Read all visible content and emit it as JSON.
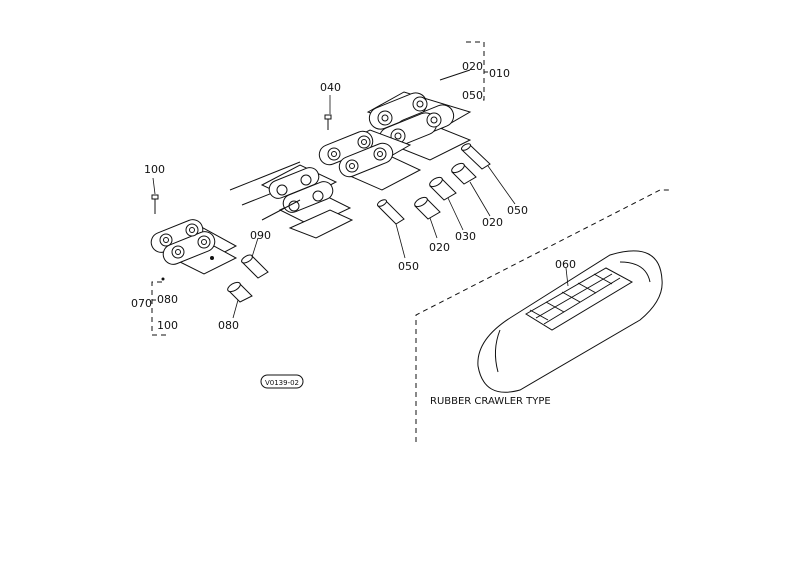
{
  "labels": {
    "p010": "010",
    "p020_top": "020",
    "p050_top": "050",
    "p040": "040",
    "p100_top": "100",
    "p090": "090",
    "p050_mid": "050",
    "p020_mid": "020",
    "p030": "030",
    "p020_right": "020",
    "p050_right": "050",
    "p070": "070",
    "p080_group": "080",
    "p100_bottom": "100",
    "p080": "080",
    "p060": "060"
  },
  "drawing_code": "V0139-02",
  "caption": "RUBBER CRAWLER TYPE"
}
